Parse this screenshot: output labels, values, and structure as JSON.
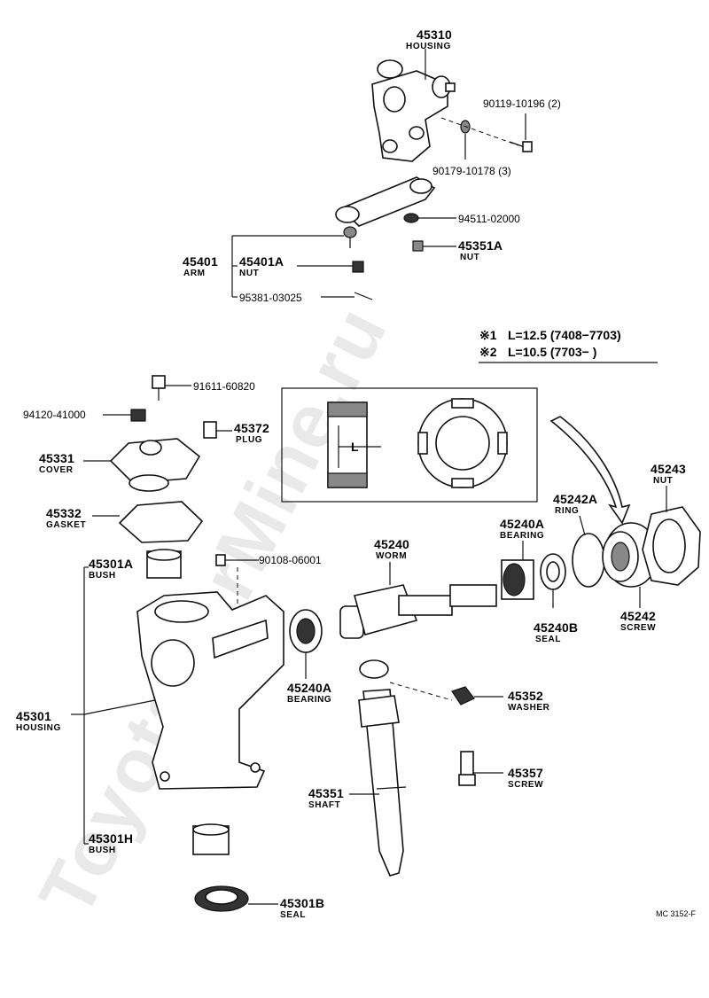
{
  "watermark": "ToyotaCarMine.ru",
  "drawing_code": "MC 3152-F",
  "notes": {
    "note1": {
      "mark": "※1",
      "text": "L=12.5 (7408−7703)"
    },
    "note2": {
      "mark": "※2",
      "text": "L=10.5 (7703−        )"
    }
  },
  "inset": {
    "dimension_label": "L"
  },
  "parts": {
    "p45310": {
      "number": "45310",
      "name": "HOUSING"
    },
    "p90119": {
      "number": "90119-10196 (2)"
    },
    "p90179": {
      "number": "90179-10178 (3)"
    },
    "p94511": {
      "number": "94511-02000"
    },
    "p45351A": {
      "number": "45351A",
      "name": "NUT"
    },
    "p45401": {
      "number": "45401",
      "name": "ARM"
    },
    "p45401A": {
      "number": "45401A",
      "name": "NUT"
    },
    "p95381": {
      "number": "95381-03025"
    },
    "p91611": {
      "number": "91611-60820"
    },
    "p94120": {
      "number": "94120-41000"
    },
    "p45372": {
      "number": "45372",
      "name": "PLUG"
    },
    "p45331": {
      "number": "45331",
      "name": "COVER"
    },
    "p45332": {
      "number": "45332",
      "name": "GASKET"
    },
    "p45301A": {
      "number": "45301A",
      "name": "BUSH"
    },
    "p90108": {
      "number": "90108-06001"
    },
    "p45240": {
      "number": "45240",
      "name": "WORM"
    },
    "p45240A_top": {
      "number": "45240A",
      "name": "BEARING"
    },
    "p45242A": {
      "number": "45242A",
      "name": "RING"
    },
    "p45243": {
      "number": "45243",
      "name": "NUT"
    },
    "p45242": {
      "number": "45242",
      "name": "SCREW"
    },
    "p45240B": {
      "number": "45240B",
      "name": "SEAL"
    },
    "p45240A_bottom": {
      "number": "45240A",
      "name": "BEARING"
    },
    "p45352": {
      "number": "45352",
      "name": "WASHER"
    },
    "p45301": {
      "number": "45301",
      "name": "HOUSING"
    },
    "p45357": {
      "number": "45357",
      "name": "SCREW"
    },
    "p45351": {
      "number": "45351",
      "name": "SHAFT"
    },
    "p45301H": {
      "number": "45301H",
      "name": "BUSH"
    },
    "p45301B": {
      "number": "45301B",
      "name": "SEAL"
    }
  }
}
